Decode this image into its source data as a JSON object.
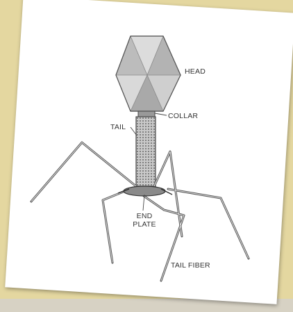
{
  "labels": {
    "head": "HEAD",
    "collar": "COLLAR",
    "tail": "TAIL",
    "end_plate_line1": "END",
    "end_plate_line2": "PLATE",
    "tail_fiber": "TAIL FIBER"
  }
}
